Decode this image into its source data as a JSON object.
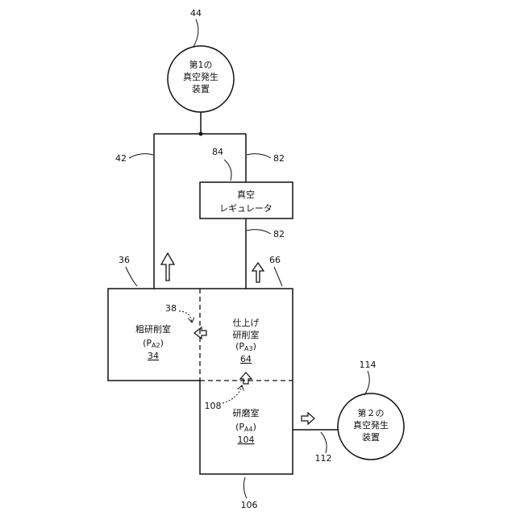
{
  "diagram": {
    "vacuum_generator_1": {
      "lines": [
        "第1の",
        "真空発生",
        "装置"
      ],
      "ref": "44"
    },
    "vacuum_generator_2": {
      "lines": [
        "第２の",
        "真空発生",
        "装置"
      ],
      "ref": "114"
    },
    "vacuum_regulator": {
      "lines": [
        "真空",
        "レギュレータ"
      ],
      "ref": "84"
    },
    "rough_chamber": {
      "lines": [
        "粗研削室",
        "(P",
        "A2",
        ")"
      ],
      "number": "34",
      "ref": "36"
    },
    "finish_chamber": {
      "lines": [
        "仕上げ",
        "研削室",
        "(P",
        "A3",
        ")"
      ],
      "number": "64",
      "ref": "66"
    },
    "polish_chamber": {
      "lines": [
        "研磨室",
        "(P",
        "A4",
        ")"
      ],
      "number": "104",
      "ref": "106"
    },
    "refs": {
      "line_42": "42",
      "line_82_top": "82",
      "line_82_mid": "82",
      "partition_38": "38",
      "partition_108": "108",
      "line_112": "112"
    },
    "colors": {
      "stroke": "#111111",
      "background": "#ffffff"
    }
  }
}
